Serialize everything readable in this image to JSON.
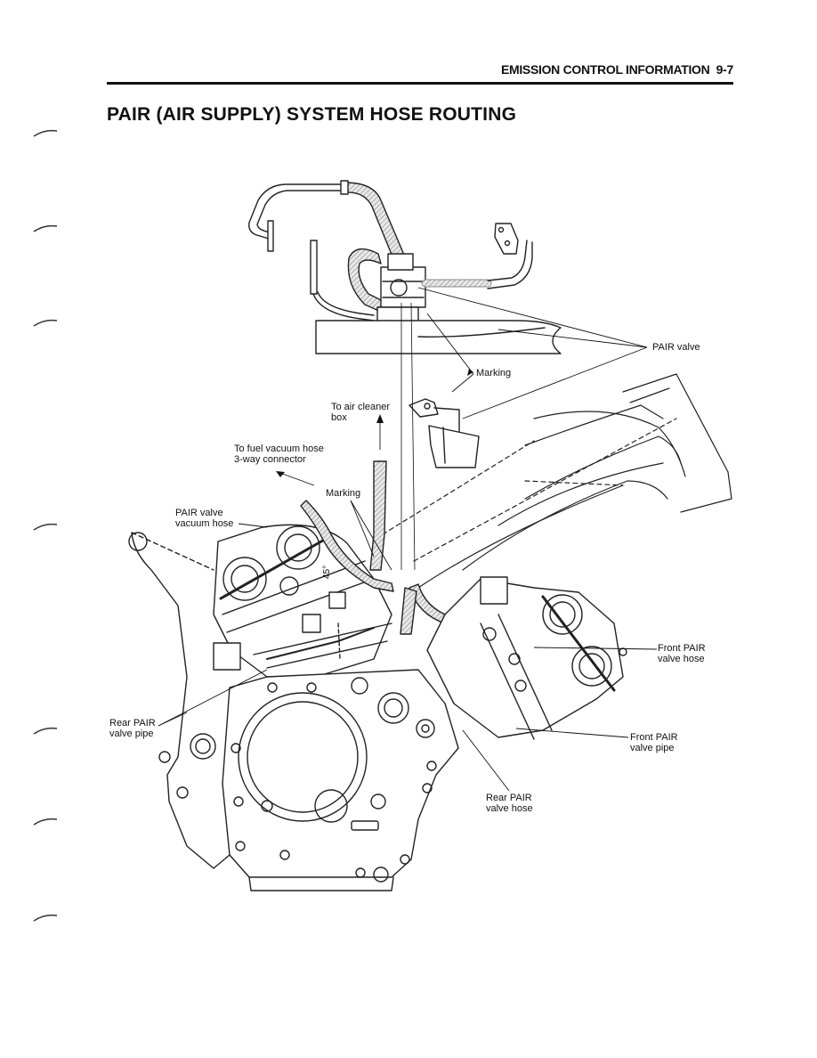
{
  "header": {
    "section": "EMISSION CONTROL INFORMATION",
    "page": "9-7"
  },
  "title": "PAIR (AIR SUPPLY) SYSTEM HOSE ROUTING",
  "figure": {
    "angle_mark": "45°",
    "callouts": {
      "pair_valve": "PAIR valve",
      "marking_upper": "Marking",
      "to_air_cleaner_line1": "To air cleaner",
      "to_air_cleaner_line2": "box",
      "fuel_vacuum_line1": "To fuel vacuum hose",
      "fuel_vacuum_line2": "3-way connector",
      "marking_lower": "Marking",
      "pair_vacuum_line1": "PAIR valve",
      "pair_vacuum_line2": "vacuum hose",
      "front_hose_line1": "Front PAIR",
      "front_hose_line2": "valve hose",
      "rear_pipe_line1": "Rear PAIR",
      "rear_pipe_line2": "valve pipe",
      "front_pipe_line1": "Front PAIR",
      "front_pipe_line2": "valve pipe",
      "rear_hose_line1": "Rear PAIR",
      "rear_hose_line2": "valve hose"
    }
  }
}
